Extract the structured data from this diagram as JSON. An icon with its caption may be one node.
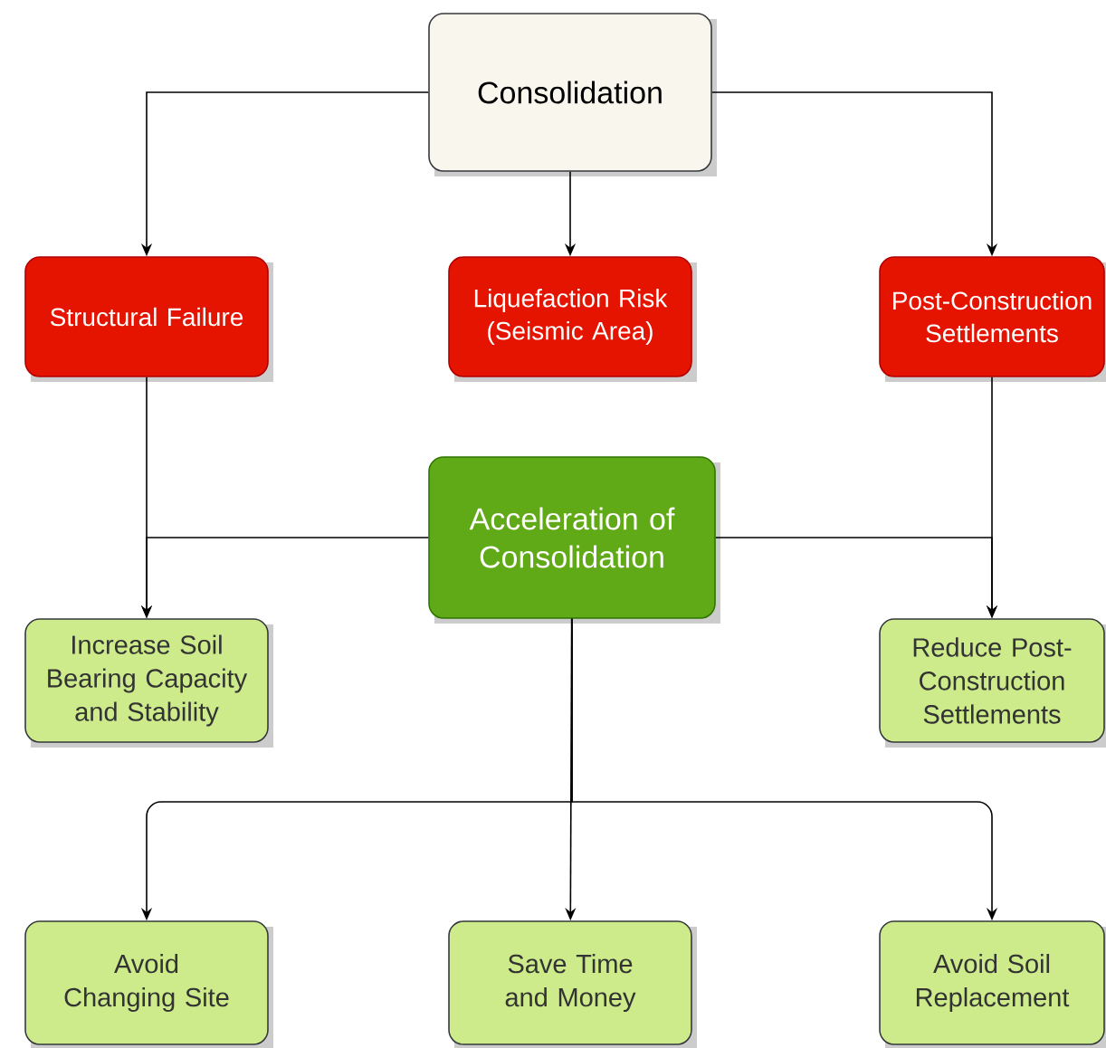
{
  "diagram": {
    "nodes": [
      {
        "text": [
          "Consolidation"
        ]
      },
      {
        "text": [
          "Structural Failure"
        ]
      },
      {
        "text": [
          "Liquefaction Risk (Seismic Area)"
        ]
      },
      {
        "text": [
          "Post-Construction Settlements"
        ]
      },
      {
        "text": [
          "Acceleration of Consolidation"
        ]
      },
      {
        "text": [
          "Increase Soil Bearing Capacity and Stability"
        ]
      },
      {
        "text": [
          "Reduce Post-Construction Settlements"
        ]
      },
      {
        "text": [
          "Avoid Changing Site"
        ]
      },
      {
        "text": [
          "Save Time and Money"
        ]
      },
      {
        "text": [
          "Avoid Soil Replacement"
        ]
      }
    ],
    "edges": [
      {
        "from": 0,
        "to": 1,
        "arrow": "to"
      },
      {
        "from": 0,
        "to": 2,
        "arrow": "to"
      },
      {
        "from": 0,
        "to": 3,
        "arrow": "to"
      },
      {
        "from": 1,
        "to": 5,
        "arrow": "to"
      },
      {
        "from": 4,
        "to": 5,
        "arrow": "to"
      },
      {
        "from": 3,
        "to": 6,
        "arrow": "to"
      },
      {
        "from": 4,
        "to": 6,
        "arrow": "to"
      },
      {
        "from": 4,
        "to": 7,
        "arrow": "to"
      },
      {
        "from": 4,
        "to": 8,
        "arrow": "to"
      },
      {
        "from": 4,
        "to": 9,
        "arrow": "to"
      }
    ]
  }
}
